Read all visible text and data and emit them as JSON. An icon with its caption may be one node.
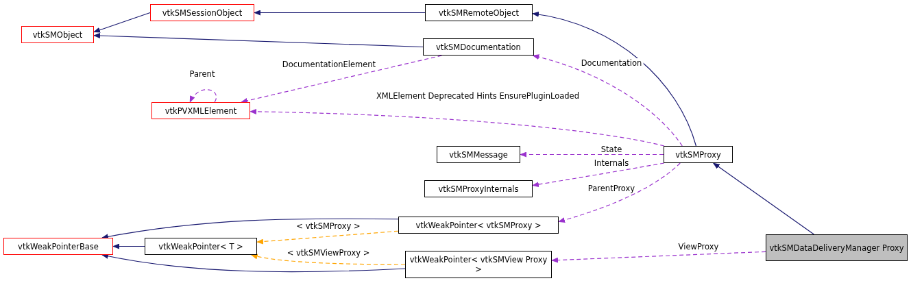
{
  "diagram": {
    "nodes": [
      {
        "text": [
          "vtkSMSessionObject"
        ]
      },
      {
        "text": [
          "vtkSMRemoteObject"
        ]
      },
      {
        "text": [
          "vtkSMObject"
        ]
      },
      {
        "text": [
          "vtkSMDocumentation"
        ]
      },
      {
        "text": [
          "vtkPVXMLElement"
        ]
      },
      {
        "text": [
          "vtkSMMessage"
        ]
      },
      {
        "text": [
          "vtkSMProxyInternals"
        ]
      },
      {
        "text": [
          "vtkSMProxy"
        ]
      },
      {
        "text": [
          "vtkWeakPointerBase"
        ]
      },
      {
        "text": [
          "vtkWeakPointer< T >"
        ]
      },
      {
        "text": [
          "vtkWeakPointer< vtkSMProxy >"
        ]
      },
      {
        "text": [
          "vtkWeakPointer< vtkSMView Proxy >"
        ]
      },
      {
        "text": [
          "vtkSMDataDeliveryManager Proxy"
        ]
      }
    ],
    "edges": [
      {
        "from": 0,
        "to": 2,
        "arrow": "to",
        "color": "#191970"
      },
      {
        "from": 1,
        "to": 0,
        "arrow": "to",
        "color": "#191970"
      },
      {
        "from": 3,
        "to": 2,
        "arrow": "to",
        "color": "#191970"
      },
      {
        "from": 7,
        "to": 1,
        "arrow": "to",
        "color": "#191970"
      },
      {
        "from": 3,
        "to": 4,
        "arrow": "to",
        "label": "DocumentationElement",
        "style": "dashed",
        "color": "#9a32cd"
      },
      {
        "from": 4,
        "to": 4,
        "arrow": "to",
        "label": "Parent",
        "style": "dashed",
        "color": "#9a32cd"
      },
      {
        "from": 7,
        "to": 3,
        "arrow": "to",
        "label": "Documentation",
        "style": "dashed",
        "color": "#9a32cd"
      },
      {
        "from": 7,
        "to": 4,
        "arrow": "to",
        "label": "XMLElement Deprecated Hints EnsurePluginLoaded",
        "style": "dashed",
        "color": "#9a32cd"
      },
      {
        "from": 7,
        "to": 5,
        "arrow": "to",
        "label": "State",
        "style": "dashed",
        "color": "#9a32cd"
      },
      {
        "from": 7,
        "to": 6,
        "arrow": "to",
        "label": "Internals",
        "style": "dashed",
        "color": "#9a32cd"
      },
      {
        "from": 7,
        "to": 10,
        "arrow": "to",
        "label": "ParentProxy",
        "style": "dashed",
        "color": "#9a32cd"
      },
      {
        "from": 12,
        "to": 7,
        "arrow": "to",
        "color": "#191970"
      },
      {
        "from": 12,
        "to": 11,
        "arrow": "to",
        "label": "ViewProxy",
        "style": "dashed",
        "color": "#9a32cd"
      },
      {
        "from": 10,
        "to": 8,
        "arrow": "to",
        "color": "#191970"
      },
      {
        "from": 9,
        "to": 8,
        "arrow": "to",
        "color": "#191970"
      },
      {
        "from": 11,
        "to": 8,
        "arrow": "to",
        "color": "#191970"
      },
      {
        "from": 10,
        "to": 9,
        "arrow": "to",
        "label": "< vtkSMProxy >",
        "style": "dashed",
        "color": "#ffa500"
      },
      {
        "from": 11,
        "to": 9,
        "arrow": "to",
        "label": "< vtkSMViewProxy >",
        "style": "dashed",
        "color": "#ffa500"
      }
    ]
  }
}
